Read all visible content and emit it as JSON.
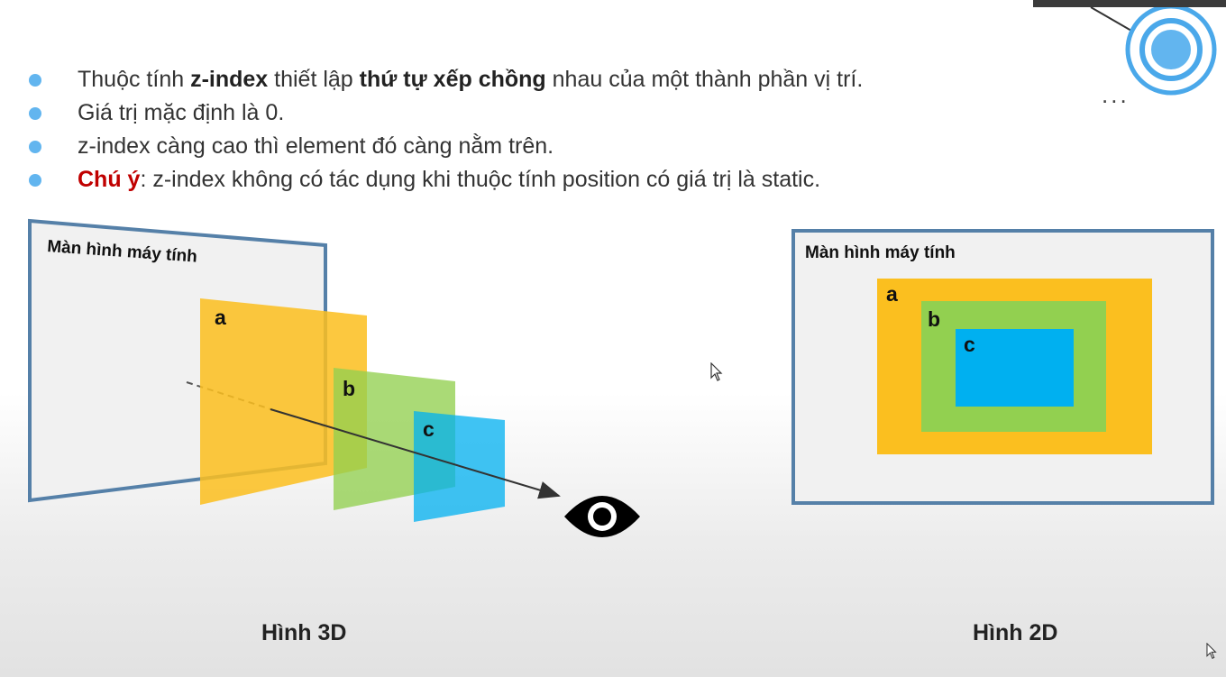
{
  "bullets": {
    "item1": {
      "t1": "Thuộc tính ",
      "b1": "z-index",
      "t2": " thiết lập ",
      "b2": "thứ tự xếp chồng",
      "t3": " nhau của một thành phần vị trí."
    },
    "item2": "Giá trị mặc định là 0.",
    "item3": "z-index càng cao thì element đó càng nằm trên.",
    "item4": {
      "note": "Chú ý",
      "rest": ": z-index không có tác dụng khi thuộc tính position có giá trị là static."
    }
  },
  "fig3d": {
    "screen_label": "Màn hình máy tính",
    "layer_a": "a",
    "layer_b": "b",
    "layer_c": "c",
    "caption": "Hình 3D"
  },
  "fig2d": {
    "screen_label": "Màn hình máy tính",
    "box_a": "a",
    "box_b": "b",
    "box_c": "c",
    "caption": "Hình 2D"
  },
  "colors": {
    "bullet": "#62b5ef",
    "layer_a": "#fbbf1f",
    "layer_b": "#92d050",
    "layer_c": "#00b0f0",
    "frame": "#5580a8",
    "note": "#c00000"
  },
  "more_menu": "..."
}
